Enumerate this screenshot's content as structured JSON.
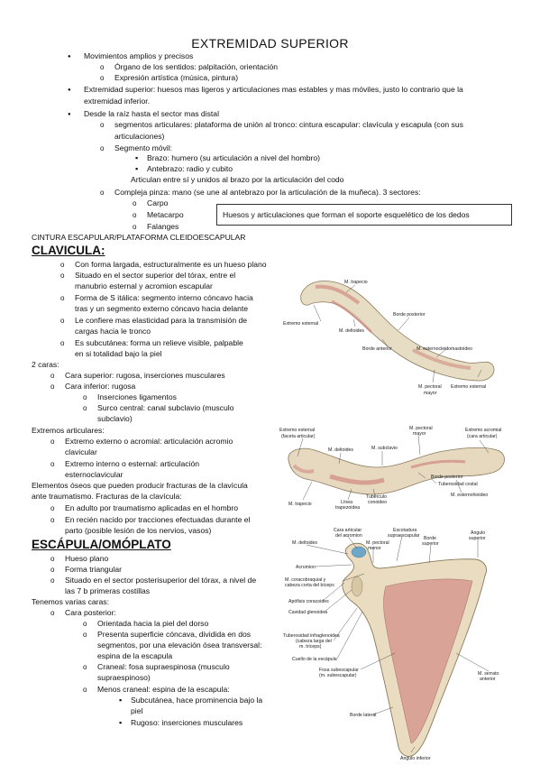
{
  "title": "EXTREMIDAD SUPERIOR",
  "intro": {
    "l1": "Movimientos amplios y precisos",
    "l2": "Órgano de los sentidos: palpitación, orientación",
    "l3": "Expresión artística (música, pintura)",
    "l4a": "Extremidad superior: huesos mas ligeros y articulaciones mas estables y mas móviles, justo lo contrario que la",
    "l4b": "extremidad inferior.",
    "l5": "Desde la raíz hasta el sector mas distal",
    "l6a": "segmentos articulares: plataforma de unión al tronco: cintura escapular: clavícula y escapula (con sus",
    "l6b": "articulaciones)",
    "l7": "Segmento móvil:",
    "l8": "Brazo: humero (su articulación a nivel del hombro)",
    "l9": "Antebrazo: radio y cubito",
    "l10": "Articulan entre sí y unidos al brazo por la articulación del codo",
    "l11": "Compleja pinza: mano (se une al antebrazo por la articulación de la muñeca). 3 sectores:",
    "l12": "Carpo",
    "l13": "Metacarpo",
    "l14": "Falanges",
    "box": "Huesos y articulaciones que forman el soporte esquelético de los dedos",
    "l15": "CINTURA ESCAPULAR/PLATAFORMA CLEIDOESCAPULAR"
  },
  "clavicula": {
    "heading": "CLAVICULA:",
    "b1": "Con forma largada, estructuralmente es un hueso plano",
    "b2a": "Situado en el sector superior del tórax, entre el",
    "b2b": "manubrio esternal y acromion escapular",
    "b3a": "Forma de S itálica: segmento interno cóncavo hacia",
    "b3b": "tras y un segmento externo cóncavo hacia delante",
    "b4a": "Le confiere mas elasticidad para la transmisión de",
    "b4b": "cargas hacia le tronco",
    "b5a": "Es subcutánea: forma un relieve visible, palpable",
    "b5b": "en si totalidad bajo la piel",
    "caras": "2 caras:",
    "c1": "Cara superior: rugosa, inserciones musculares",
    "c2": "Cara inferior: rugosa",
    "c3": "Inserciones ligamentos",
    "c4a": "Surco central: canal subclavio (musculo",
    "c4b": "subclavio)",
    "extremos": "Extremos articulares:",
    "e1a": "Extremo externo o acromial: articulación acromio",
    "e1b": "clavicular",
    "e2a": "Extremo interno o esternal: articulación",
    "e2b": "esternoclavicular",
    "f1": "Elementos óseos que pueden producir fracturas de la clavícula",
    "f2": "ante traumatismo. Fracturas de la clavícula:",
    "f3": "En adulto por traumatismo aplicadas en el hombro",
    "f4a": "En recién nacido por tracciones efectuadas durante el",
    "f4b": "parto (posible lesión de los nervios, vasos)"
  },
  "escapula": {
    "heading": "ESCÁPULA/OMÓPLATO",
    "b1": "Hueso plano",
    "b2": "Forma triangular",
    "b3a": "Situado en el sector posterisuperior del tórax, a nivel de",
    "b3b": "las 7 b primeras costillas",
    "caras": "Tenemos varias caras:",
    "p1": "Cara posterior:",
    "p2": "Orientada hacia la piel del dorso",
    "p3a": "Presenta superficie cóncava, dividida en dos",
    "p3b": "segmentos, por una elevación ósea transversal:",
    "p3c": "espina de la escapula",
    "p4a": "Craneal: fosa supraespinosa (musculo",
    "p4b": "supraespinoso)",
    "p5": "Menos craneal: espina de la escapula:",
    "p6a": "Subcutánea, hace prominencia bajo la",
    "p6b": "piel",
    "p7": "Rugoso: inserciones musculares"
  },
  "figures": {
    "clav_sup": {
      "m_trapecio": "M. trapecio",
      "extremo_esternal": "Extremo esternal",
      "m_deltoides": "M. deltoides",
      "borde_posterior": "Borde posterior",
      "borde_anterior": "Borde anterior",
      "m_escm": "M. esternocleidomastoideo",
      "m_pectoral": "M. pectoral",
      "mayor": "mayor",
      "extremo_esternal2": "Extremo esternal"
    },
    "clav_inf": {
      "ext_esternal": "Extremo esternal",
      "faceta": "(faceta articular)",
      "m_pectoral_mayor": "M. pectoral",
      "mayor": "mayor",
      "ext_acromial": "Extremo acromial",
      "cara_art": "(cara articular)",
      "m_deltoides": "M. deltoides",
      "m_subclavio": "M. subclavio",
      "borde_post": "Borde posterior",
      "tub_costal": "Tuberosidad costal",
      "m_trapecio": "M. trapecio",
      "linea_trap": "Línea",
      "trapezoidea": "trapezoidea",
      "tub_conoideo": "Tubérculo",
      "conoideo": "conoideo",
      "m_esternohioideo": "M. esternohioideo"
    },
    "escap": {
      "cara_art_acr": "Cara articular",
      "del_acromion": "del acromion",
      "escotadura": "Escotadura",
      "supraescapular": "supraescapular",
      "m_deltoides": "M. deltoides",
      "m_pectoral_menor": "M. pectoral",
      "menor": "menor",
      "borde_sup": "Borde",
      "superior": "superior",
      "angulo_sup": "Ángulo",
      "angulo_sup2": "superior",
      "acromion": "Acromion",
      "m_coracobraquial": "M. coracobraquial y",
      "cabeza_corta": "cabeza corta del bíceps",
      "apofisis": "Apófisis coracoides",
      "cavidad": "Cavidad glenoidea",
      "tuberosidad": "Tuberosidad infraglenoidea",
      "cabeza_larga": "(cabeza larga del",
      "m_triceps": "m. tríceps)",
      "cuello": "Cuello de la escápula",
      "fosa_sub": "Fosa subescapular",
      "m_subesc": "(m. subescapular)",
      "m_serrato": "M. serrato",
      "anterior": "anterior",
      "borde_lateral": "Borde lateral",
      "angulo_inf": "Ángulo inferior"
    }
  }
}
